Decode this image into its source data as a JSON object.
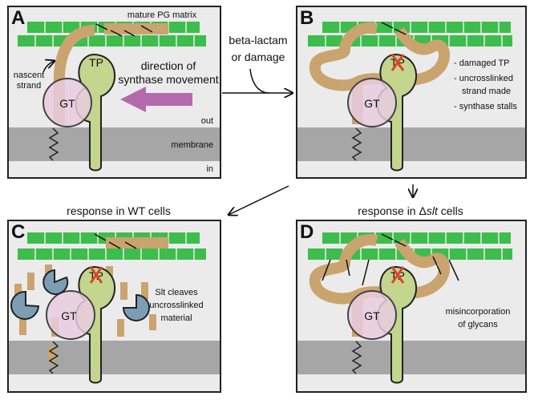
{
  "colors": {
    "panel_bg": "#ebebeb",
    "membrane": "#a6a6a6",
    "pg_green": "#3dbd4c",
    "strand": "#c9a46f",
    "tp_green": "#c4d58e",
    "gt_pink": "#e9cde0",
    "arrow_purple": "#b46aad",
    "slt_blue": "#7c9eb5",
    "x_red": "#e0432c"
  },
  "panels": {
    "a": {
      "letter": "A",
      "pg_label": "mature PG matrix",
      "nascent_label_1": "nascent",
      "nascent_label_2": "strand",
      "direction_label_1": "direction of",
      "direction_label_2": "synthase movement",
      "tp": "TP",
      "gt": "GT",
      "out": "out",
      "membrane": "membrane",
      "in": "in"
    },
    "b": {
      "letter": "B",
      "tp": "TP",
      "gt": "GT",
      "notes": [
        "- damaged TP",
        "- uncrosslinked",
        "strand made",
        "- synthase stalls"
      ]
    },
    "c": {
      "letter": "C",
      "title": "response in WT cells",
      "tp": "TP",
      "gt": "GT",
      "note_1": "Slt cleaves",
      "note_2": "uncrosslinked",
      "note_3": "material"
    },
    "d": {
      "letter": "D",
      "title_prefix": "response in ",
      "title_delta": "Δ",
      "title_gene": "slt",
      "title_suffix": " cells",
      "tp": "TP",
      "gt": "GT",
      "note_1": "misincorporation",
      "note_2": "of glycans"
    }
  },
  "transition": {
    "label_1": "beta-lactam",
    "label_2": "or damage"
  }
}
